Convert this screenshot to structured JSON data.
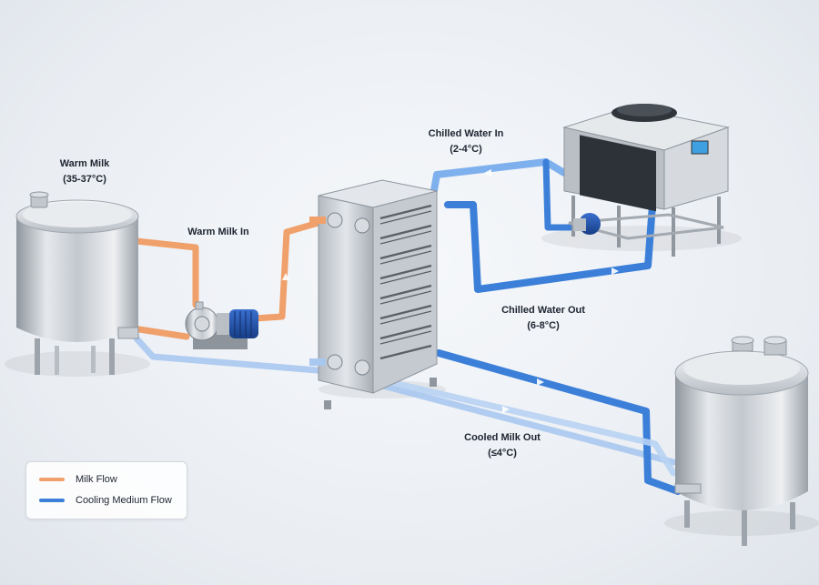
{
  "labels": {
    "warm_milk_tank": {
      "line1": "Warm Milk",
      "line2": "(35-37°C)"
    },
    "warm_milk_in": {
      "line1": "Warm Milk In"
    },
    "chilled_water_in": {
      "line1": "Chilled Water In",
      "line2": "(2-4°C)"
    },
    "chilled_water_out": {
      "line1": "Chilled Water Out",
      "line2": "(6-8°C)"
    },
    "cooled_milk_out": {
      "line1": "Cooled Milk Out",
      "line2": "(≤4°C)"
    }
  },
  "legend": {
    "items": [
      {
        "label": "Milk Flow",
        "color": "#f0a06a"
      },
      {
        "label": "Cooling Medium Flow",
        "color": "#3b7fd9"
      }
    ]
  },
  "colors": {
    "milk_pipe": "#f0a06a",
    "cooling_pipe": "#3b7fd9",
    "light_cooling_pipe": "#a9c8ef",
    "steel": "#c9ced4",
    "pump_motor": "#1f4fa8"
  }
}
